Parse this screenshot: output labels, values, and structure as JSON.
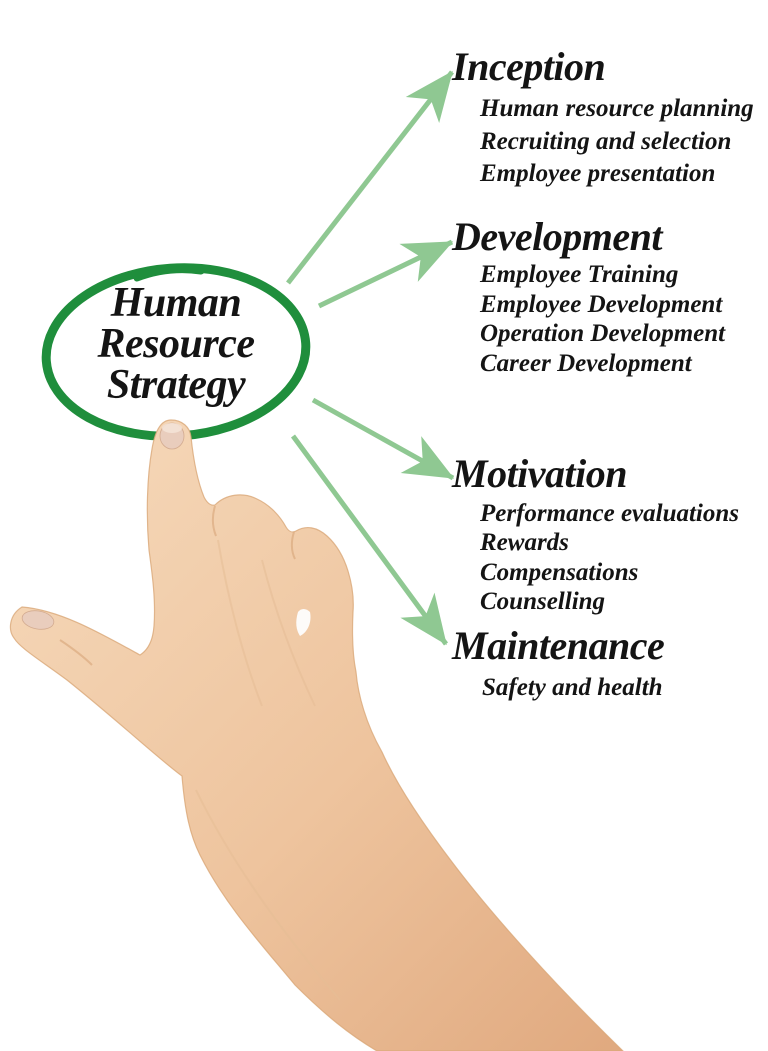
{
  "diagram": {
    "label": "Human Resource Strategy",
    "center": {
      "lines": [
        "Human",
        "Resource",
        "Strategy"
      ]
    },
    "sections": [
      {
        "title": "Inception",
        "items": [
          "Human resource planning",
          "Recruiting and selection",
          "Employee presentation"
        ]
      },
      {
        "title": "Development",
        "items": [
          "Employee Training",
          "Employee Development",
          "Operation Development",
          "Career Development"
        ]
      },
      {
        "title": "Motivation",
        "items": [
          "Performance evaluations",
          "Rewards",
          "Compensations",
          "Counselling"
        ]
      },
      {
        "title": "Maintenance",
        "items": [
          "Safety and health"
        ]
      }
    ],
    "colors": {
      "ellipse_green": "#1f8e3c",
      "arrow_green": "#8fc892",
      "text_black": "#141414",
      "background": "#ffffff",
      "skin_light": "#f6dabc",
      "skin_mid": "#eec49e",
      "skin_shadow": "#e0a97f"
    }
  }
}
